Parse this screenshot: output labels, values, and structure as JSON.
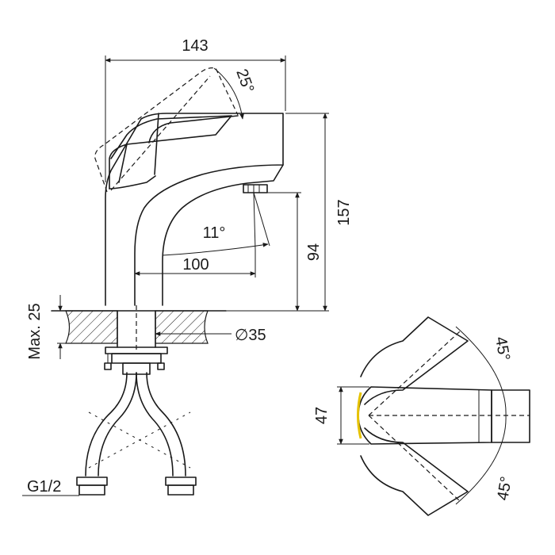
{
  "colors": {
    "line": "#1a1a1a",
    "background": "#ffffff",
    "accent": "#e6c200"
  },
  "side_view": {
    "width_label": "143",
    "height_label": "157",
    "spout_height_label": "94",
    "reach_label": "100",
    "lever_angle_label": "25°",
    "spout_angle_label": "11°",
    "mount_hole_label": "∅35",
    "max_thickness_label": "Max. 25",
    "connection_label": "G1/2"
  },
  "top_view": {
    "handle_width_label": "47",
    "rotation_upper_label": "45°",
    "rotation_lower_label": "45°"
  }
}
